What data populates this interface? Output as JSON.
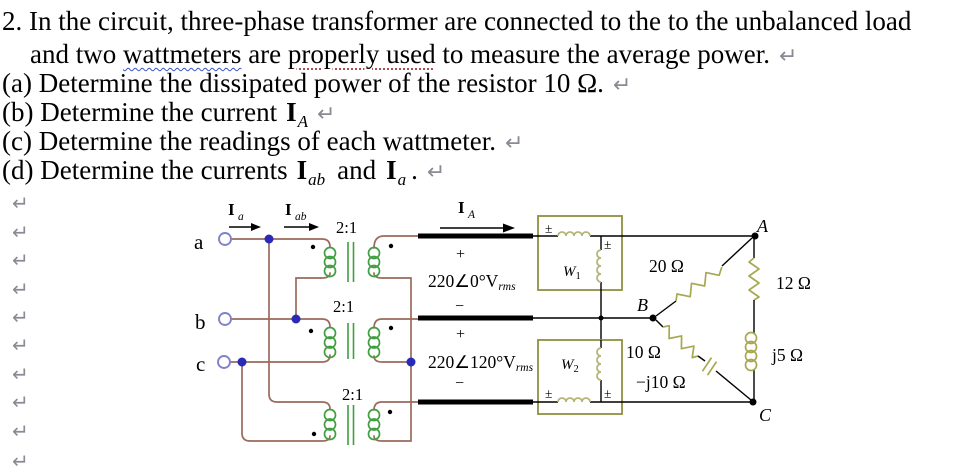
{
  "problem": {
    "number_line": "2. In the circuit, three-phase transformer are connected to the to the unbalanced load",
    "line2_pre": "and two ",
    "line2_spell1": "wattmeters",
    "line2_mid": " are ",
    "line2_spell2": "properly used",
    "line2_post": " to measure the average power.",
    "item_a": "(a) Determine the dissipated power of the resistor 10 Ω.",
    "item_b_pre": "(b) Determine the current",
    "item_c": "(c) Determine the readings of each wattmeter.",
    "item_d_pre": "(d) Determine the currents",
    "vec_I": "I",
    "sub_A": "A",
    "sub_ab": "ab",
    "sub_a": "a",
    "word_and": "and",
    "trailing_period": ".",
    "pilcrow": "↵"
  },
  "circuit": {
    "terminal_a": "a",
    "terminal_b": "b",
    "terminal_c": "c",
    "ratio": "2:1",
    "current_I": "I",
    "sub_a": "a",
    "sub_ab": "ab",
    "sub_A": "A",
    "source1_main": "220∠0°V",
    "source2_main": "220∠120°V",
    "source_sub": "rms",
    "plus": "+",
    "minus": "−",
    "pm": "±",
    "wattmeter_W": "W",
    "w1_sub": "1",
    "w2_sub": "2",
    "load_r20": "20 Ω",
    "load_r12": "12 Ω",
    "load_r10": "10 Ω",
    "load_c10": "−j10 Ω",
    "load_l5": "j5 Ω",
    "node_A": "A",
    "node_B": "B",
    "node_C": "C"
  },
  "colors": {
    "wire": "#9a6a5c",
    "coil_green": "#3f9e3f",
    "meter_box": "#8f8f3f",
    "meter_coil": "#b5b578",
    "load_olive": "#a8a852",
    "junction_blue": "#2a2ab8",
    "terminal_ring": "#8080cc",
    "pilcrow_gray": "#8a8a94",
    "spell_wavy": "#3355cc",
    "spell_dotted": "#b05050",
    "ink": "#000000"
  }
}
